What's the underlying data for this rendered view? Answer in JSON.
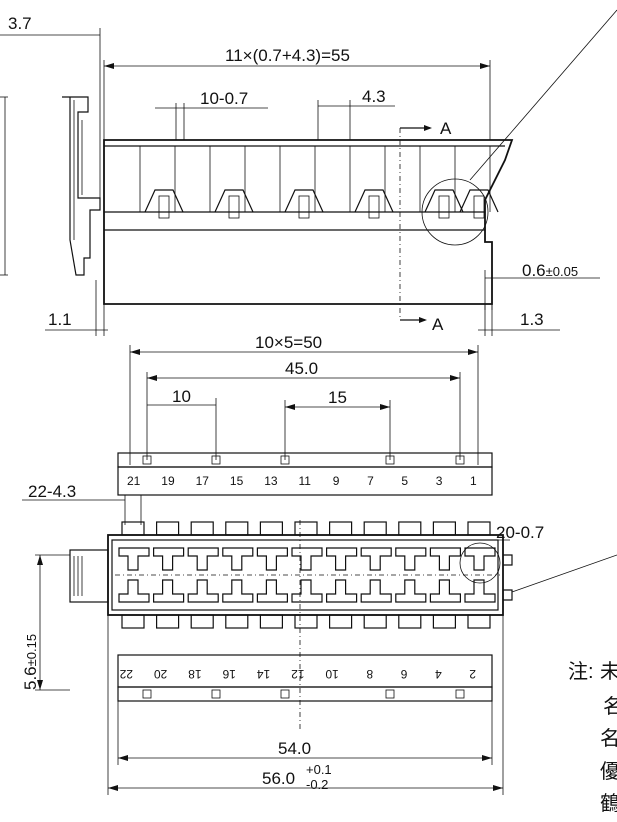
{
  "side_view": {
    "dim_left_top": "3.7",
    "dim_overall": "11×(0.7+4.3)=55",
    "dim_slot": "10-0.7",
    "dim_pitch": "4.3",
    "section_label_top": "A",
    "section_label_bottom": "A",
    "dim_thickness": "0.6",
    "dim_thickness_tol": "±0.05",
    "dim_left_bottom": "1.1",
    "dim_right_bottom": "1.3"
  },
  "top_view": {
    "dim_span": "10×5=50",
    "dim_45": "45.0",
    "dim_10": "10",
    "dim_15": "15",
    "dim_slot_left": "22-4.3",
    "dim_slot_right": "20-0.7",
    "dim_height": "5.6",
    "dim_height_tol": "±0.15",
    "pins_odd": [
      "21",
      "19",
      "17",
      "15",
      "13",
      "11",
      "9",
      "7",
      "5",
      "3",
      "1"
    ],
    "pins_even": [
      "22",
      "20",
      "18",
      "16",
      "14",
      "12",
      "10",
      "8",
      "6",
      "4",
      "2"
    ],
    "dim_54": "54.0",
    "dim_56": "56.0",
    "dim_56_tol_upper": "+0.1",
    "dim_56_tol_lower": "-0.2"
  },
  "note": {
    "label": "注:",
    "line1_char": "未",
    "line2_char": "名",
    "line3_char": "名",
    "line4_char": "優",
    "line5_char": "鶴"
  }
}
